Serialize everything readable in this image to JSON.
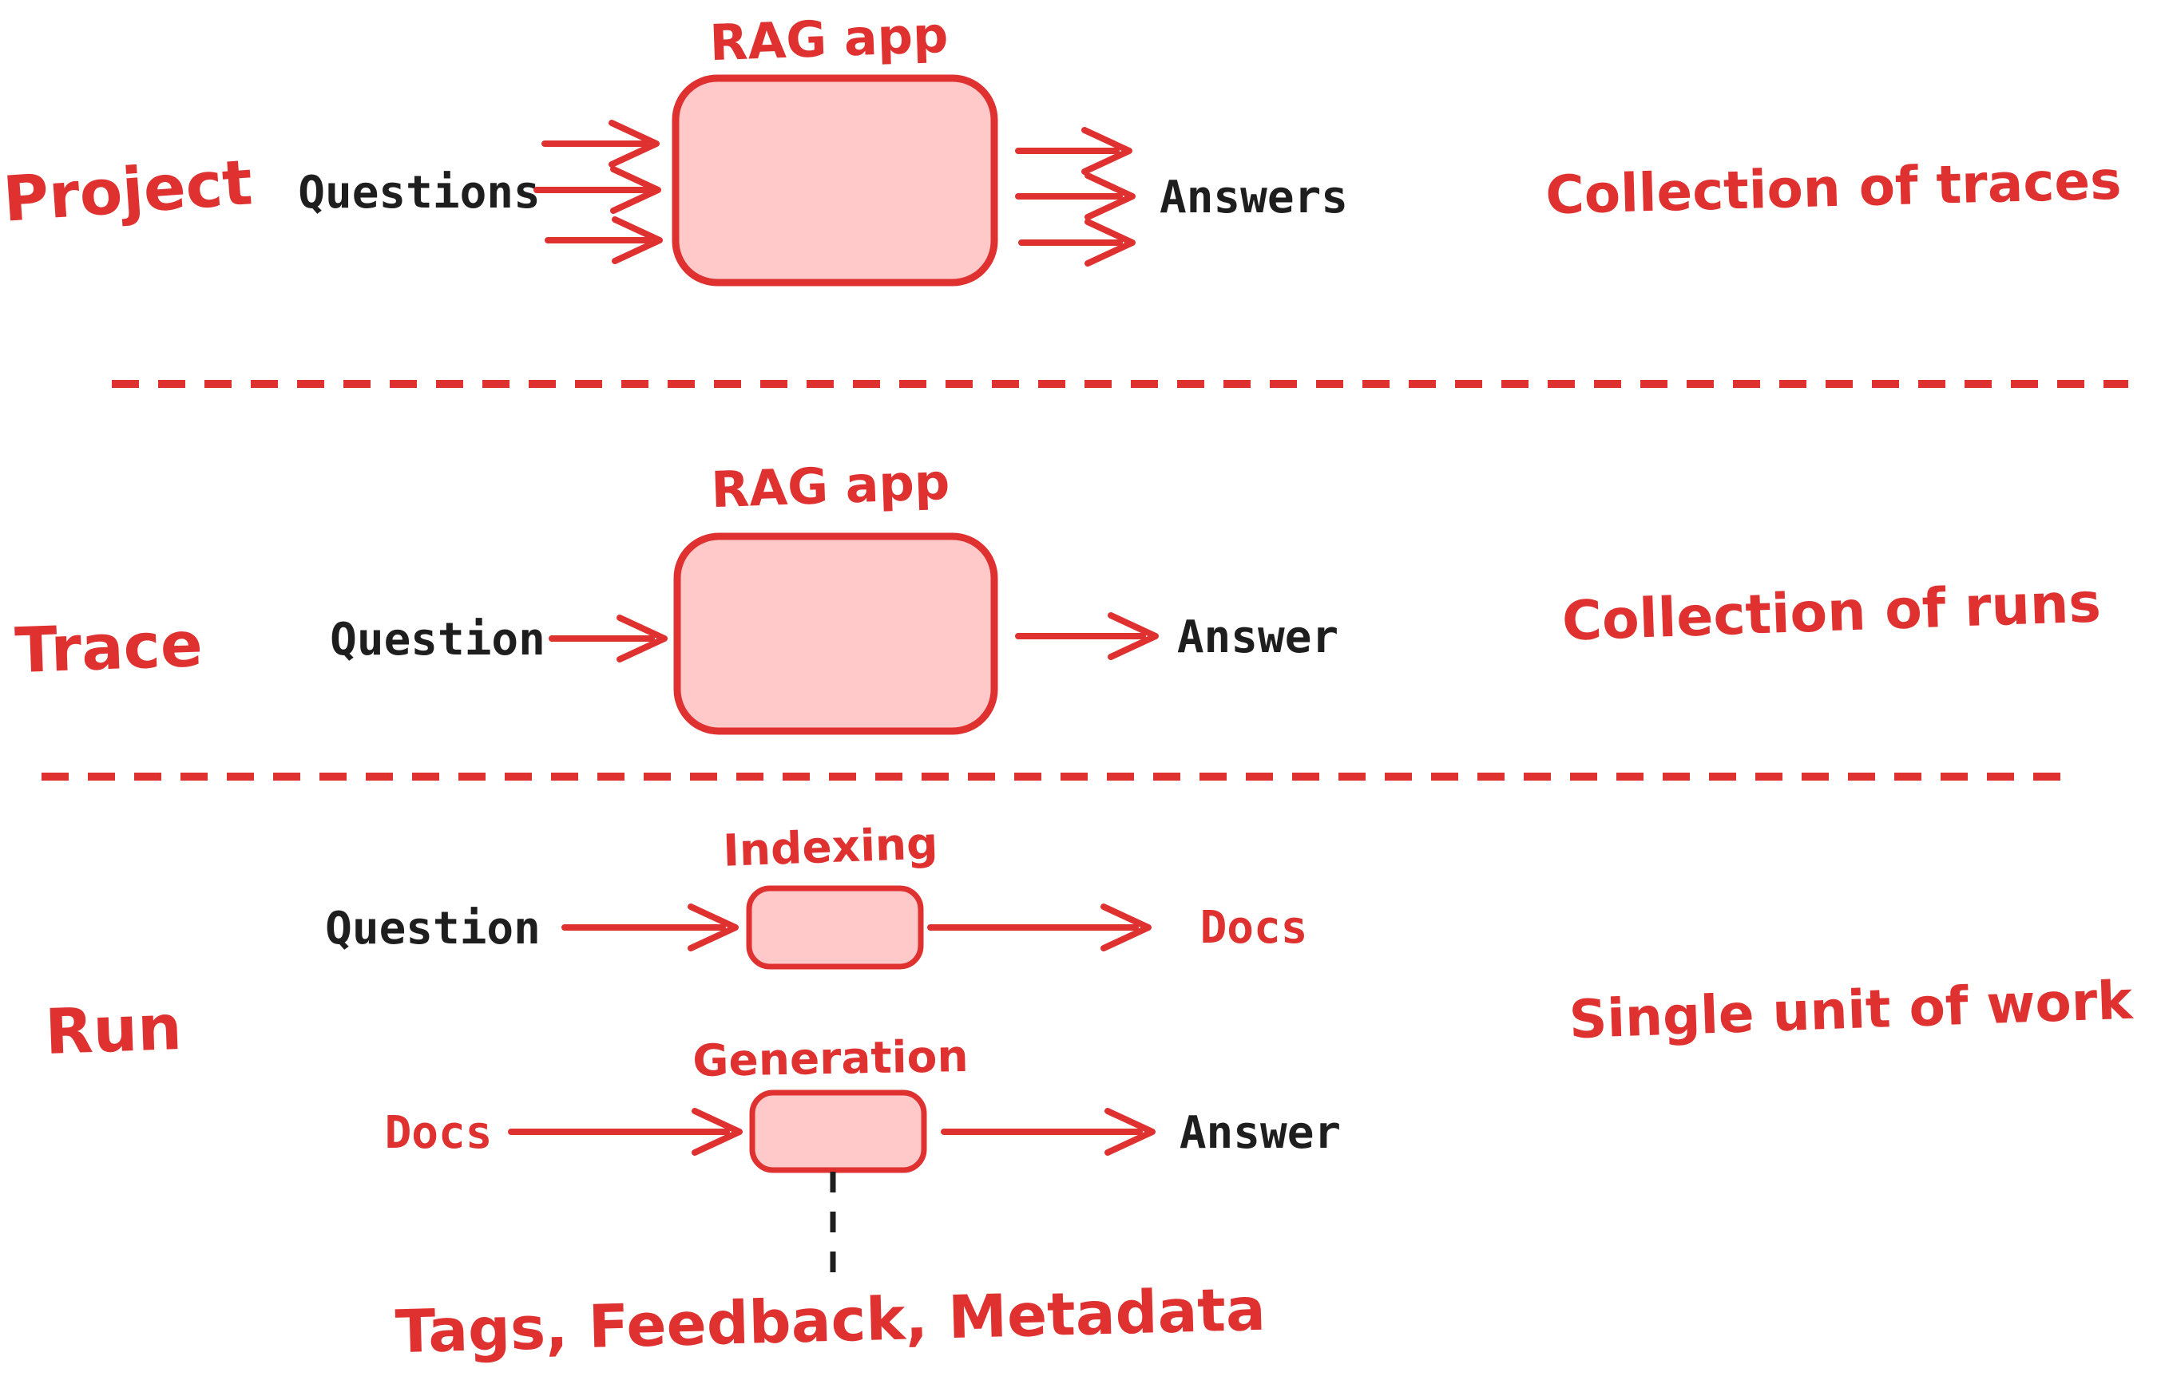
{
  "colors": {
    "red": "#e03131",
    "pink": "#ffc9c9",
    "ink": "#1e1e1e",
    "background": "#ffffff"
  },
  "sections": {
    "project": {
      "row_label": "Project",
      "box_label": "RAG app",
      "input_label": "Questions",
      "output_label": "Answers",
      "right_label": "Collection of traces"
    },
    "trace": {
      "row_label": "Trace",
      "box_label": "RAG app",
      "input_label": "Question",
      "output_label": "Answer",
      "right_label": "Collection of runs"
    },
    "run": {
      "row_label": "Run",
      "right_label": "Single unit of work",
      "indexing_step": {
        "box_label": "Indexing",
        "input_label": "Question",
        "output_label": "Docs"
      },
      "generation_step": {
        "box_label": "Generation",
        "input_label": "Docs",
        "output_label": "Answer"
      },
      "annotation": "Tags, Feedback, Metadata"
    }
  }
}
